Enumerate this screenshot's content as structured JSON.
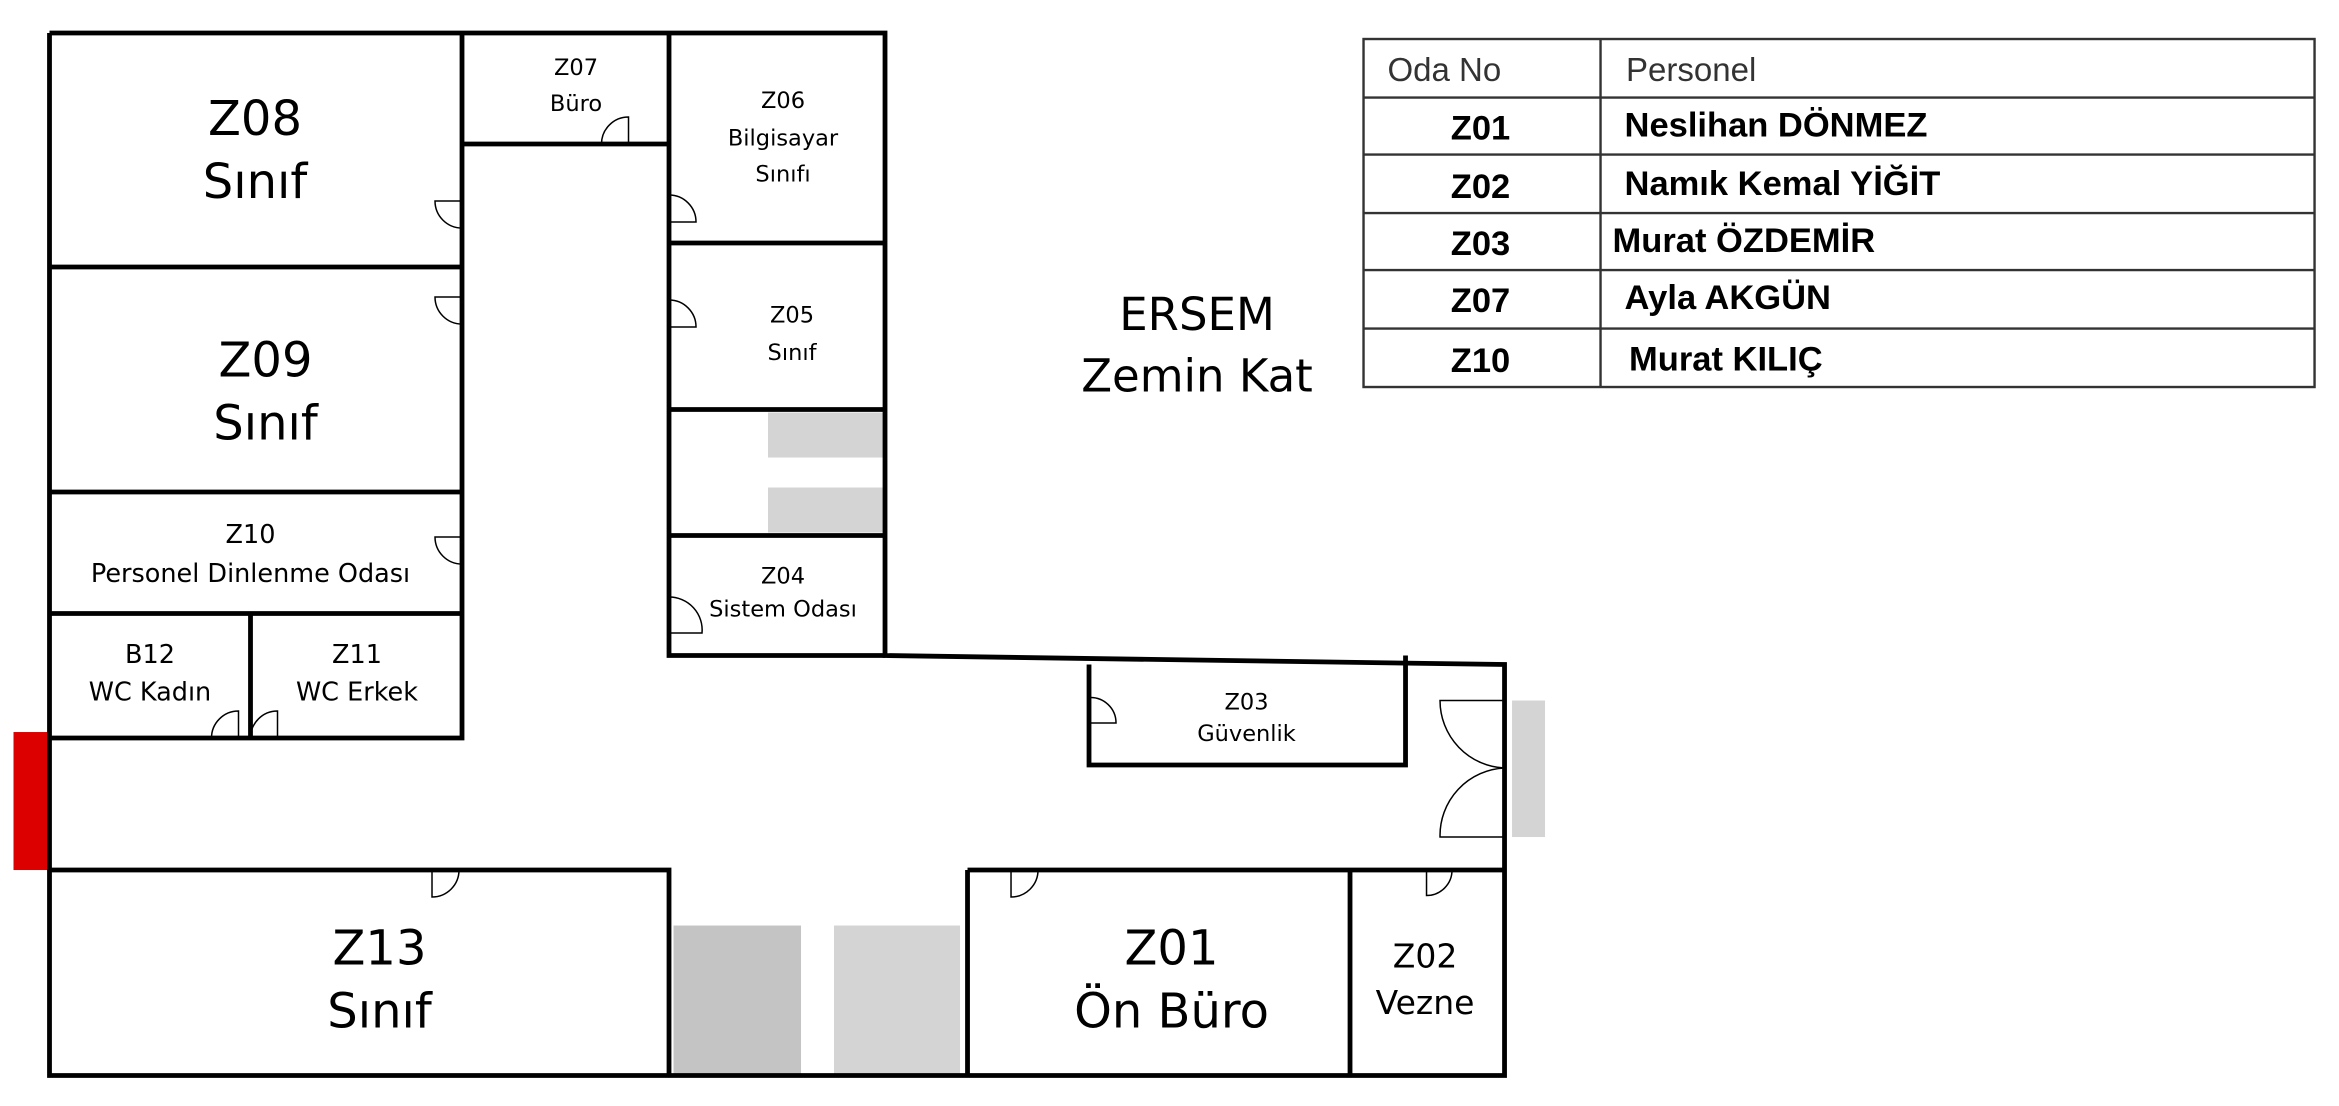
{
  "title": {
    "line1": "ERSEM",
    "line2": "Zemin Kat"
  },
  "rooms": {
    "z08": {
      "code": "Z08",
      "name": "Sınıf"
    },
    "z09": {
      "code": "Z09",
      "name": "Sınıf"
    },
    "z10": {
      "code": "Z10",
      "name": "Personel Dinlenme Odası"
    },
    "b12": {
      "code": "B12",
      "name": "WC Kadın"
    },
    "z11": {
      "code": "Z11",
      "name": "WC Erkek"
    },
    "z07": {
      "code": "Z07",
      "name": "Büro"
    },
    "z06": {
      "code": "Z06",
      "name1": "Bilgisayar",
      "name2": "Sınıfı"
    },
    "z05": {
      "code": "Z05",
      "name": "Sınıf"
    },
    "z04": {
      "code": "Z04",
      "name": "Sistem Odası"
    },
    "z03": {
      "code": "Z03",
      "name": "Güvenlik"
    },
    "z13": {
      "code": "Z13",
      "name": "Sınıf"
    },
    "z01": {
      "code": "Z01",
      "name": "Ön Büro"
    },
    "z02": {
      "code": "Z02",
      "name": "Vezne"
    }
  },
  "table": {
    "headers": [
      "Oda No",
      "Personel"
    ],
    "rows": [
      {
        "room": "Z01",
        "person": "Neslihan DÖNMEZ"
      },
      {
        "room": "Z02",
        "person": "Namık Kemal YİĞİT"
      },
      {
        "room": "Z03",
        "person": "Murat ÖZDEMİR"
      },
      {
        "room": "Z07",
        "person": "Ayla AKGÜN"
      },
      {
        "room": "Z10",
        "person": "Murat KILIÇ"
      }
    ]
  },
  "colors": {
    "entrance": "#dd0000",
    "stairs": "#d4d4d4",
    "stairs_dark": "#c4c4c4"
  }
}
